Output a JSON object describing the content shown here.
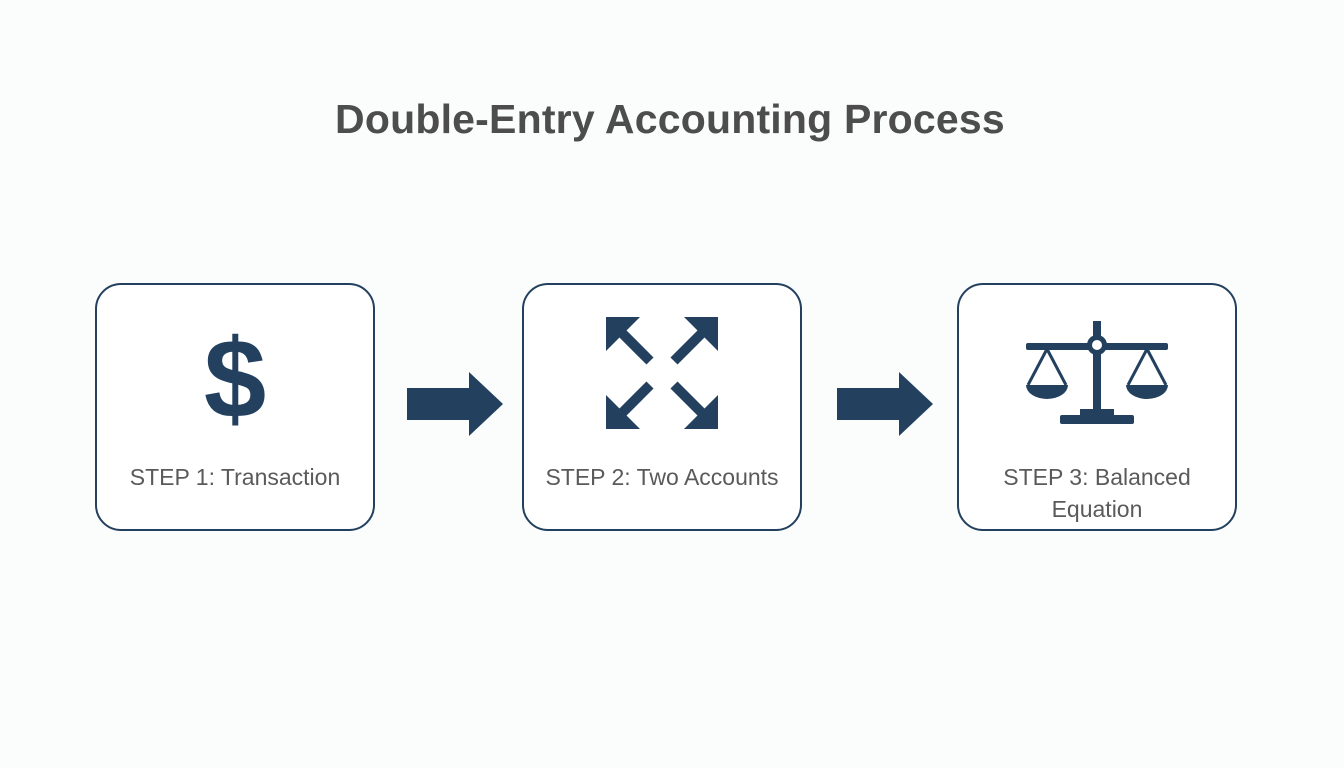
{
  "diagram": {
    "title": "Double-Entry Accounting Process",
    "accent_color": "#23405f",
    "steps": [
      {
        "label": "STEP 1: Transaction",
        "icon": "dollar-sign-icon"
      },
      {
        "label": "STEP 2: Two Accounts",
        "icon": "expand-arrows-icon"
      },
      {
        "label": "STEP 3: Balanced Equation",
        "icon": "balance-scale-icon"
      }
    ],
    "connectors": [
      {
        "icon": "right-arrow-icon",
        "from": "STEP 1",
        "to": "STEP 2"
      },
      {
        "icon": "right-arrow-icon",
        "from": "STEP 2",
        "to": "STEP 3"
      }
    ]
  }
}
